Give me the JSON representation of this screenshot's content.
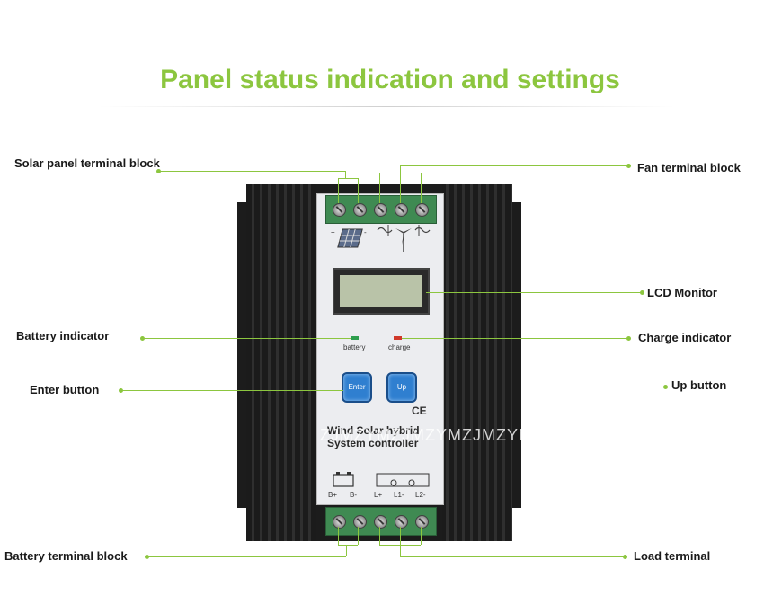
{
  "page": {
    "title": "Panel status indication and settings"
  },
  "callouts": {
    "solar_panel_terminal_block": "Solar panel terminal block",
    "fan_terminal_block": "Fan terminal block",
    "lcd_monitor": "LCD Monitor",
    "battery_indicator": "Battery indicator",
    "charge_indicator": "Charge indicator",
    "enter_button": "Enter button",
    "up_button": "Up button",
    "battery_terminal_block": "Battery terminal block",
    "load_terminal": "Load terminal"
  },
  "device": {
    "battery_led_label": "battery",
    "charge_led_label": "charge",
    "enter_key": "Enter",
    "up_key": "Up",
    "ce_mark": "CE",
    "model_line1": "Wind Solar hybrid",
    "model_line2": "System controller",
    "watermark": "ZJMZYMZJMZYMZJMZYM",
    "terminal_labels": [
      "B+",
      "B-",
      "L+",
      "L1-",
      "L2-"
    ],
    "solar_polarity_plus": "+",
    "solar_polarity_minus": "-"
  },
  "colors": {
    "accent_green": "#8cc63f",
    "battery_led": "#2e9e4e",
    "charge_led": "#d0392b",
    "button_blue": "#2f7fd0"
  }
}
